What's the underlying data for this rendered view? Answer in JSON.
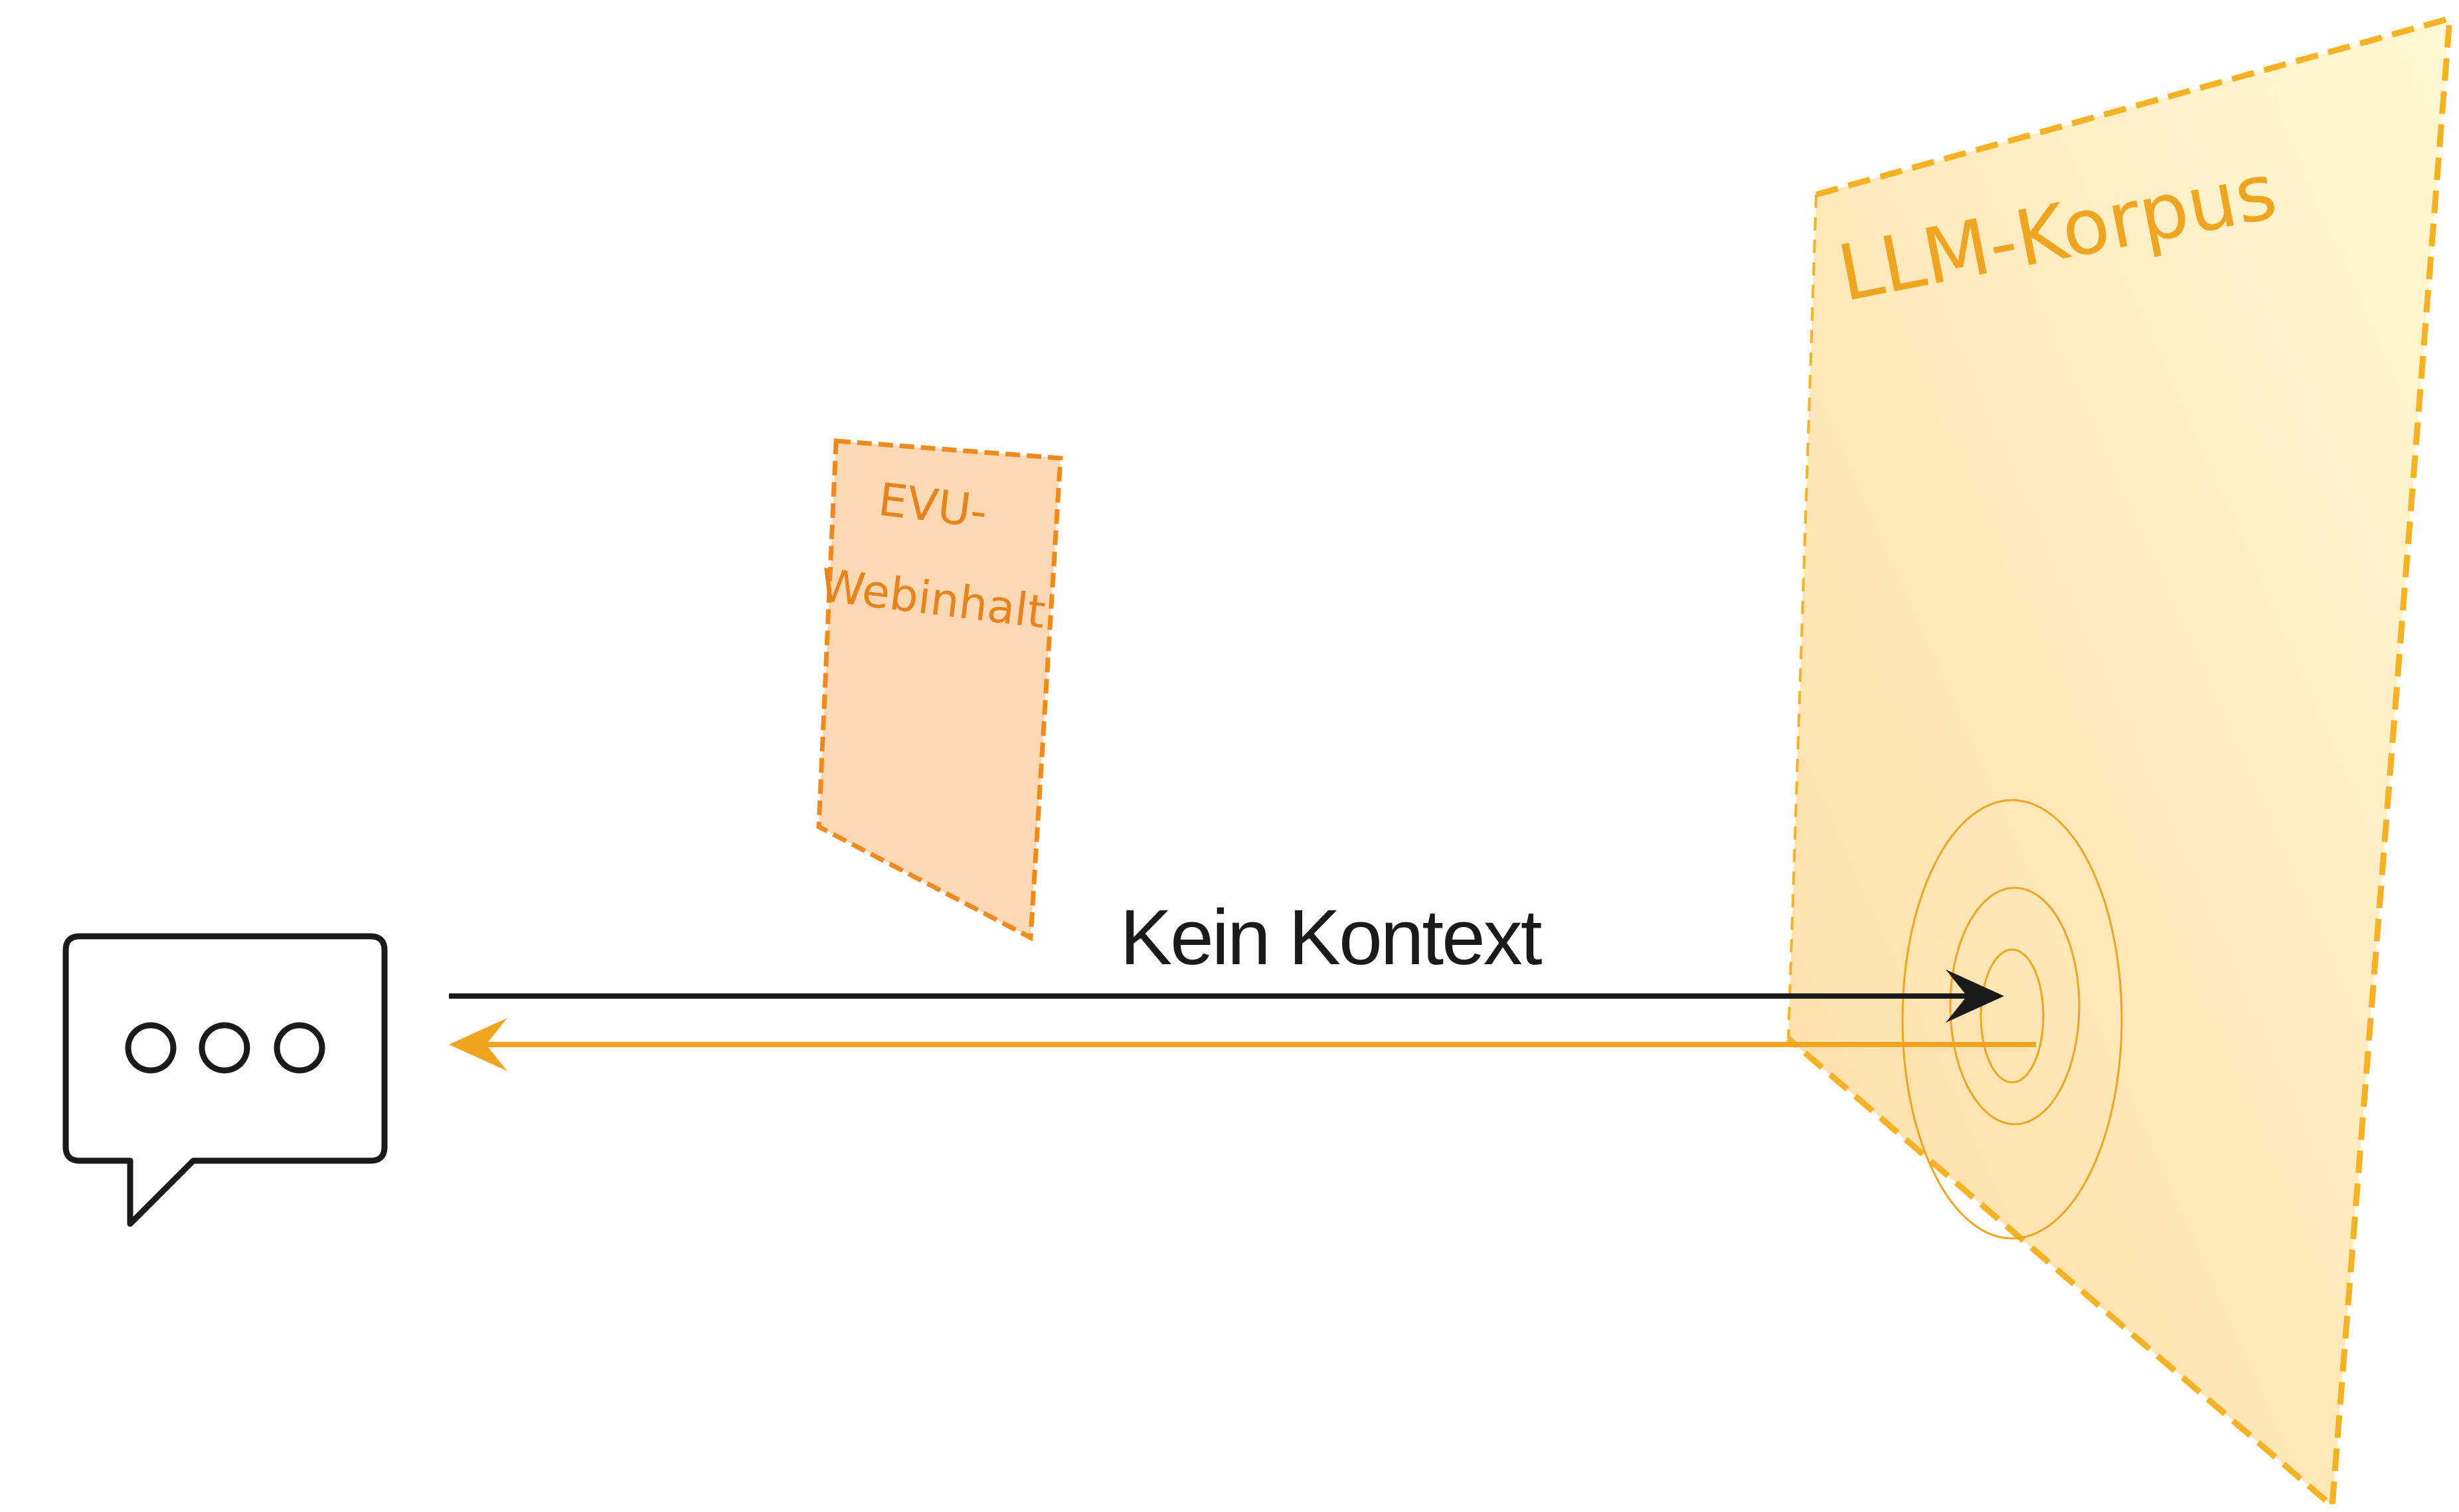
{
  "diagram": {
    "arrow_label": "Kein Kontext",
    "small_panel": {
      "line1": "EVU-",
      "line2": "Webinhalt"
    },
    "large_panel": {
      "label": "LLM-Korpus"
    },
    "colors": {
      "black": "#1a1a1a",
      "orange": "#f0a520",
      "small_panel_fill": "#fdd8b4",
      "small_panel_stroke": "#ee8a1e",
      "large_panel_stroke": "#f5b224"
    },
    "icons": [
      "chat-bubble-icon"
    ]
  }
}
